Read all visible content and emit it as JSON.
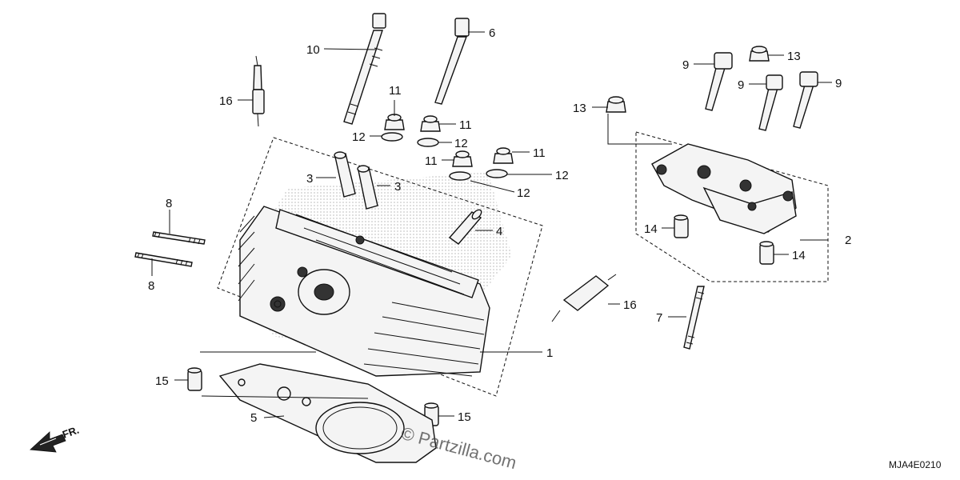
{
  "callouts": {
    "c1": "1",
    "c2": "2",
    "c3a": "3",
    "c3b": "3",
    "c4": "4",
    "c5": "5",
    "c6": "6",
    "c7": "7",
    "c8a": "8",
    "c8b": "8",
    "c9a": "9",
    "c9b": "9",
    "c9c": "9",
    "c10": "10",
    "c11a": "11",
    "c11b": "11",
    "c11c": "11",
    "c11d": "11",
    "c12a": "12",
    "c12b": "12",
    "c12c": "12",
    "c12d": "12",
    "c13a": "13",
    "c13b": "13",
    "c14a": "14",
    "c14b": "14",
    "c15a": "15",
    "c15b": "15",
    "c16a": "16",
    "c16b": "16"
  },
  "diagram_code": "MJA4E0210",
  "front_indicator": "FR.",
  "watermark": "© Partzilla.com"
}
